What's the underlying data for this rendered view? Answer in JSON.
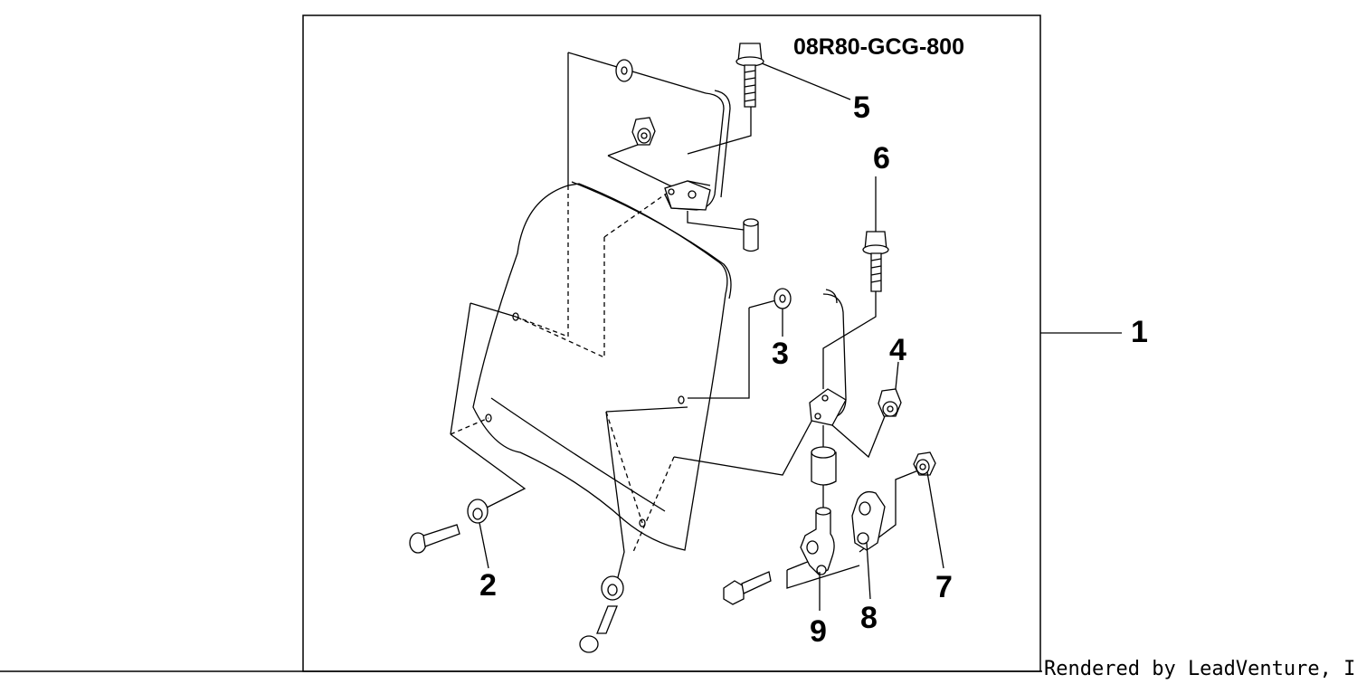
{
  "part_number": "08R80-GCG-800",
  "callouts": {
    "c1": "1",
    "c2": "2",
    "c3": "3",
    "c4": "4",
    "c5": "5",
    "c6": "6",
    "c7": "7",
    "c8": "8",
    "c9": "9"
  },
  "credit": "Rendered by LeadVenture, Inc."
}
